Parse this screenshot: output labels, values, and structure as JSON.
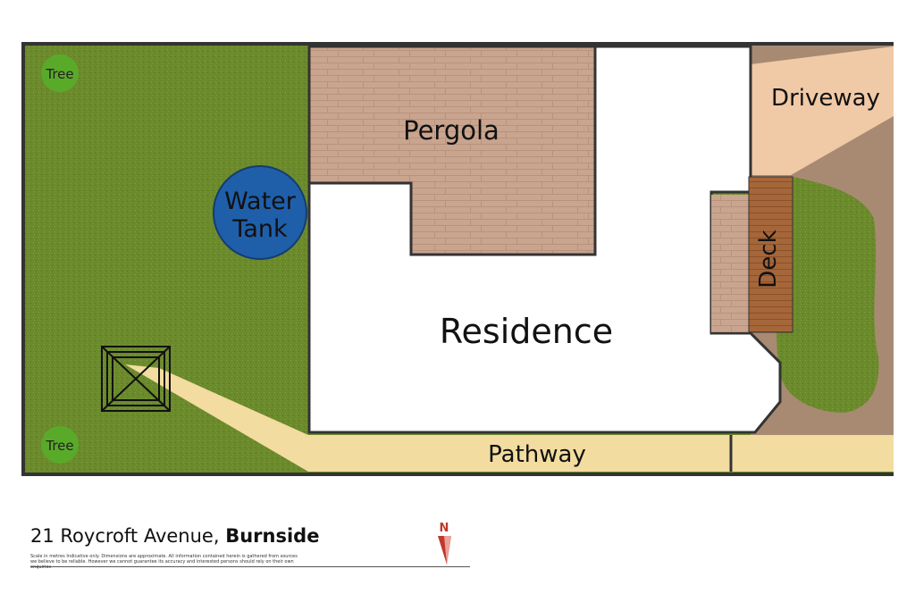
{
  "plan": {
    "labels": {
      "pergola": "Pergola",
      "driveway": "Driveway",
      "water_tank_line1": "Water",
      "water_tank_line2": "Tank",
      "deck": "Deck",
      "residence": "Residence",
      "pathway": "Pathway",
      "tree_top": "Tree",
      "tree_bottom": "Tree"
    },
    "colors": {
      "lawn": "#6b8a2c",
      "pergola": "#c9a48e",
      "driveway": "#f0c9a6",
      "dirt": "#a88a72",
      "pathway": "#f3dca0",
      "deck_light": "#c9a48e",
      "deck_dark": "#a5663a",
      "water_tank": "#1f5faa",
      "tree": "#5aaa2a",
      "residence": "#ffffff"
    }
  },
  "footer": {
    "address": "21 Roycroft Avenue,",
    "suburb": "Burnside",
    "disclaimer": "Scale in metres Indicative only. Dimensions are approximate. All information contained herein is gathered from sources we believe to be reliable. However we cannot guarantee its accuracy and interested persons should rely on their own enquiries",
    "north_label": "N"
  }
}
